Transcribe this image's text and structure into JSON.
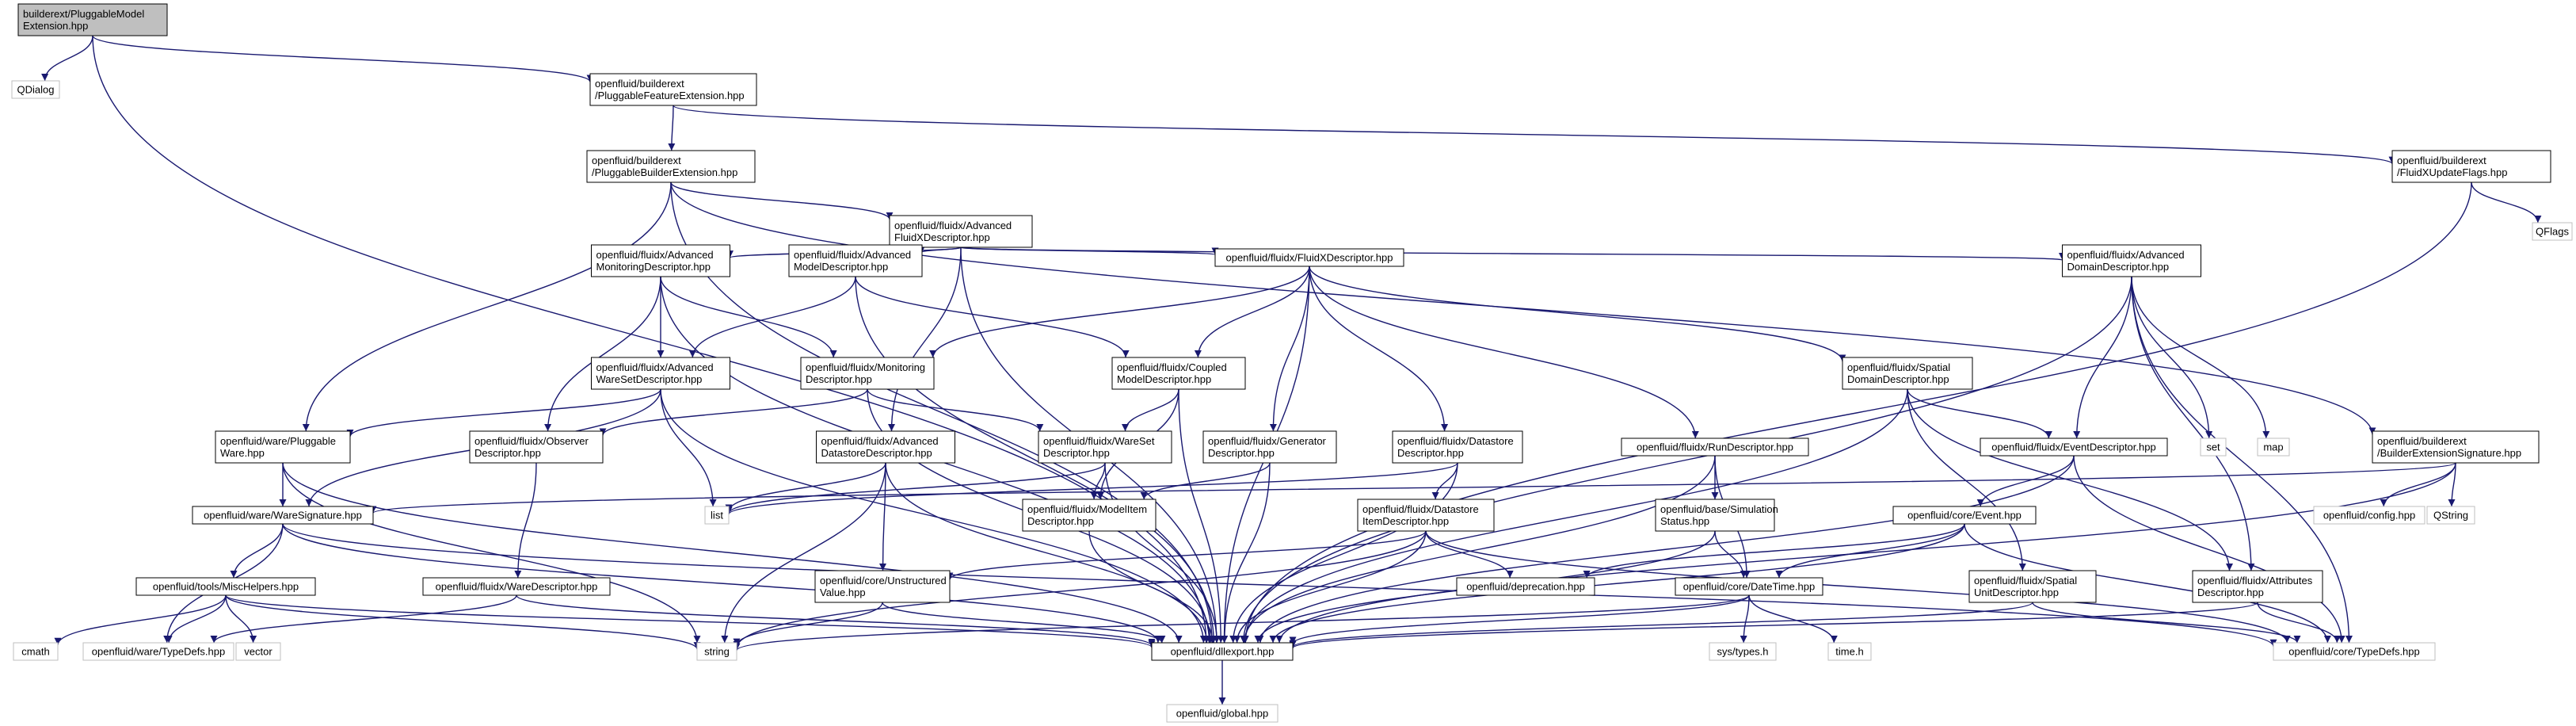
{
  "colors": {
    "edge": "#191970",
    "node_border": "#000000",
    "node_fill": "#ffffff",
    "root_fill": "#bfbfbf",
    "external_border": "#bfbfbf",
    "text": "#000000"
  },
  "nodes": [
    {
      "id": "root",
      "lines": [
        "builderext/PluggableModel",
        "Extension.hpp"
      ],
      "style": "root"
    },
    {
      "id": "qdialog",
      "lines": [
        "QDialog"
      ],
      "style": "external"
    },
    {
      "id": "pfe",
      "lines": [
        "openfluid/builderext",
        "/PluggableFeatureExtension.hpp"
      ],
      "style": "normal"
    },
    {
      "id": "fxuf",
      "lines": [
        "openfluid/builderext",
        "/FluidXUpdateFlags.hpp"
      ],
      "style": "normal"
    },
    {
      "id": "qflags",
      "lines": [
        "QFlags"
      ],
      "style": "external"
    },
    {
      "id": "pbe",
      "lines": [
        "openfluid/builderext",
        "/PluggableBuilderExtension.hpp"
      ],
      "style": "normal"
    },
    {
      "id": "afxd",
      "lines": [
        "openfluid/fluidx/Advanced",
        "FluidXDescriptor.hpp"
      ],
      "style": "normal"
    },
    {
      "id": "amond",
      "lines": [
        "openfluid/fluidx/Advanced",
        "MonitoringDescriptor.hpp"
      ],
      "style": "normal"
    },
    {
      "id": "amodd",
      "lines": [
        "openfluid/fluidx/Advanced",
        "ModelDescriptor.hpp"
      ],
      "style": "normal"
    },
    {
      "id": "fxd",
      "lines": [
        "openfluid/fluidx/FluidXDescriptor.hpp"
      ],
      "style": "normal"
    },
    {
      "id": "add",
      "lines": [
        "openfluid/fluidx/Advanced",
        "DomainDescriptor.hpp"
      ],
      "style": "normal"
    },
    {
      "id": "awsd",
      "lines": [
        "openfluid/fluidx/Advanced",
        "WareSetDescriptor.hpp"
      ],
      "style": "normal"
    },
    {
      "id": "mond",
      "lines": [
        "openfluid/fluidx/Monitoring",
        "Descriptor.hpp"
      ],
      "style": "normal"
    },
    {
      "id": "cmd",
      "lines": [
        "openfluid/fluidx/Coupled",
        "ModelDescriptor.hpp"
      ],
      "style": "normal"
    },
    {
      "id": "sdd",
      "lines": [
        "openfluid/fluidx/Spatial",
        "DomainDescriptor.hpp"
      ],
      "style": "normal"
    },
    {
      "id": "pw",
      "lines": [
        "openfluid/ware/Pluggable",
        "Ware.hpp"
      ],
      "style": "normal"
    },
    {
      "id": "obs",
      "lines": [
        "openfluid/fluidx/Observer",
        "Descriptor.hpp"
      ],
      "style": "normal"
    },
    {
      "id": "adsd",
      "lines": [
        "openfluid/fluidx/Advanced",
        "DatastoreDescriptor.hpp"
      ],
      "style": "normal"
    },
    {
      "id": "wsd",
      "lines": [
        "openfluid/fluidx/WareSet",
        "Descriptor.hpp"
      ],
      "style": "normal"
    },
    {
      "id": "gen",
      "lines": [
        "openfluid/fluidx/Generator",
        "Descriptor.hpp"
      ],
      "style": "normal"
    },
    {
      "id": "dsd",
      "lines": [
        "openfluid/fluidx/Datastore",
        "Descriptor.hpp"
      ],
      "style": "normal"
    },
    {
      "id": "rund",
      "lines": [
        "openfluid/fluidx/RunDescriptor.hpp"
      ],
      "style": "normal"
    },
    {
      "id": "evd",
      "lines": [
        "openfluid/fluidx/EventDescriptor.hpp"
      ],
      "style": "normal"
    },
    {
      "id": "set",
      "lines": [
        "set"
      ],
      "style": "external"
    },
    {
      "id": "map",
      "lines": [
        "map"
      ],
      "style": "external"
    },
    {
      "id": "bes",
      "lines": [
        "openfluid/builderext",
        "/BuilderExtensionSignature.hpp"
      ],
      "style": "normal"
    },
    {
      "id": "list",
      "lines": [
        "list"
      ],
      "style": "external"
    },
    {
      "id": "wsig",
      "lines": [
        "openfluid/ware/WareSignature.hpp"
      ],
      "style": "normal"
    },
    {
      "id": "mid",
      "lines": [
        "openfluid/fluidx/ModelItem",
        "Descriptor.hpp"
      ],
      "style": "normal"
    },
    {
      "id": "sim",
      "lines": [
        "openfluid/base/Simulation",
        "Status.hpp"
      ],
      "style": "normal"
    },
    {
      "id": "dsid",
      "lines": [
        "openfluid/fluidx/Datastore",
        "ItemDescriptor.hpp"
      ],
      "style": "normal"
    },
    {
      "id": "ev",
      "lines": [
        "openfluid/core/Event.hpp"
      ],
      "style": "normal"
    },
    {
      "id": "cfg",
      "lines": [
        "openfluid/config.hpp"
      ],
      "style": "external"
    },
    {
      "id": "qstr",
      "lines": [
        "QString"
      ],
      "style": "external"
    },
    {
      "id": "misc",
      "lines": [
        "openfluid/tools/MiscHelpers.hpp"
      ],
      "style": "normal"
    },
    {
      "id": "wd",
      "lines": [
        "openfluid/fluidx/WareDescriptor.hpp"
      ],
      "style": "normal"
    },
    {
      "id": "uv",
      "lines": [
        "openfluid/core/Unstructured",
        "Value.hpp"
      ],
      "style": "normal"
    },
    {
      "id": "depr",
      "lines": [
        "openfluid/deprecation.hpp"
      ],
      "style": "normal"
    },
    {
      "id": "dt",
      "lines": [
        "openfluid/core/DateTime.hpp"
      ],
      "style": "normal"
    },
    {
      "id": "sud",
      "lines": [
        "openfluid/fluidx/Spatial",
        "UnitDescriptor.hpp"
      ],
      "style": "normal"
    },
    {
      "id": "attr",
      "lines": [
        "openfluid/fluidx/Attributes",
        "Descriptor.hpp"
      ],
      "style": "normal"
    },
    {
      "id": "cmath",
      "lines": [
        "cmath"
      ],
      "style": "external"
    },
    {
      "id": "wtd",
      "lines": [
        "openfluid/ware/TypeDefs.hpp"
      ],
      "style": "external"
    },
    {
      "id": "vector",
      "lines": [
        "vector"
      ],
      "style": "external"
    },
    {
      "id": "string",
      "lines": [
        "string"
      ],
      "style": "external"
    },
    {
      "id": "dllexp",
      "lines": [
        "openfluid/dllexport.hpp"
      ],
      "style": "normal"
    },
    {
      "id": "systypes",
      "lines": [
        "sys/types.h"
      ],
      "style": "external"
    },
    {
      "id": "timeh",
      "lines": [
        "time.h"
      ],
      "style": "external"
    },
    {
      "id": "ctd",
      "lines": [
        "openfluid/core/TypeDefs.hpp"
      ],
      "style": "external"
    },
    {
      "id": "global",
      "lines": [
        "openfluid/global.hpp"
      ],
      "style": "external"
    }
  ],
  "edges": [
    [
      "root",
      "qdialog"
    ],
    [
      "root",
      "pfe"
    ],
    [
      "root",
      "dllexp"
    ],
    [
      "pfe",
      "fxuf"
    ],
    [
      "pfe",
      "pbe"
    ],
    [
      "fxuf",
      "qflags"
    ],
    [
      "fxuf",
      "dllexp"
    ],
    [
      "pbe",
      "afxd"
    ],
    [
      "pbe",
      "pw"
    ],
    [
      "pbe",
      "bes"
    ],
    [
      "pbe",
      "dllexp"
    ],
    [
      "afxd",
      "amond"
    ],
    [
      "afxd",
      "amodd"
    ],
    [
      "afxd",
      "fxd"
    ],
    [
      "afxd",
      "add"
    ],
    [
      "afxd",
      "adsd"
    ],
    [
      "afxd",
      "dllexp"
    ],
    [
      "amond",
      "awsd"
    ],
    [
      "amond",
      "mond"
    ],
    [
      "amond",
      "obs"
    ],
    [
      "amond",
      "dllexp"
    ],
    [
      "amodd",
      "awsd"
    ],
    [
      "amodd",
      "cmd"
    ],
    [
      "amodd",
      "dllexp"
    ],
    [
      "fxd",
      "mond"
    ],
    [
      "fxd",
      "cmd"
    ],
    [
      "fxd",
      "sdd"
    ],
    [
      "fxd",
      "gen"
    ],
    [
      "fxd",
      "dsd"
    ],
    [
      "fxd",
      "rund"
    ],
    [
      "fxd",
      "dllexp"
    ],
    [
      "add",
      "evd"
    ],
    [
      "add",
      "set"
    ],
    [
      "add",
      "map"
    ],
    [
      "add",
      "attr"
    ],
    [
      "add",
      "ctd"
    ],
    [
      "add",
      "dllexp"
    ],
    [
      "awsd",
      "pw"
    ],
    [
      "awsd",
      "wsig"
    ],
    [
      "awsd",
      "list"
    ],
    [
      "awsd",
      "dllexp"
    ],
    [
      "mond",
      "wsd"
    ],
    [
      "mond",
      "obs"
    ],
    [
      "mond",
      "dllexp"
    ],
    [
      "cmd",
      "wsd"
    ],
    [
      "cmd",
      "mid"
    ],
    [
      "cmd",
      "dllexp"
    ],
    [
      "sdd",
      "evd"
    ],
    [
      "sdd",
      "sud"
    ],
    [
      "sdd",
      "attr"
    ],
    [
      "sdd",
      "dllexp"
    ],
    [
      "pw",
      "wsig"
    ],
    [
      "pw",
      "string"
    ],
    [
      "pw",
      "dllexp"
    ],
    [
      "obs",
      "wd"
    ],
    [
      "adsd",
      "list"
    ],
    [
      "adsd",
      "uv"
    ],
    [
      "adsd",
      "string"
    ],
    [
      "adsd",
      "dllexp"
    ],
    [
      "wsd",
      "list"
    ],
    [
      "wsd",
      "mid"
    ],
    [
      "wsd",
      "dllexp"
    ],
    [
      "gen",
      "mid"
    ],
    [
      "gen",
      "dllexp"
    ],
    [
      "dsd",
      "list"
    ],
    [
      "dsd",
      "dsid"
    ],
    [
      "dsd",
      "dllexp"
    ],
    [
      "rund",
      "sim"
    ],
    [
      "rund",
      "dt"
    ],
    [
      "rund",
      "dllexp"
    ],
    [
      "evd",
      "ev"
    ],
    [
      "evd",
      "ctd"
    ],
    [
      "evd",
      "dllexp"
    ],
    [
      "bes",
      "wsig"
    ],
    [
      "bes",
      "cfg"
    ],
    [
      "bes",
      "qstr"
    ],
    [
      "bes",
      "dllexp"
    ],
    [
      "wsig",
      "misc"
    ],
    [
      "wsig",
      "wtd"
    ],
    [
      "wsig",
      "ctd"
    ],
    [
      "wsig",
      "dllexp"
    ],
    [
      "mid",
      "dllexp"
    ],
    [
      "sim",
      "dt"
    ],
    [
      "sim",
      "dllexp"
    ],
    [
      "dsid",
      "uv"
    ],
    [
      "dsid",
      "depr"
    ],
    [
      "dsid",
      "string"
    ],
    [
      "dsid",
      "ctd"
    ],
    [
      "dsid",
      "dllexp"
    ],
    [
      "ev",
      "dt"
    ],
    [
      "ev",
      "depr"
    ],
    [
      "ev",
      "ctd"
    ],
    [
      "ev",
      "dllexp"
    ],
    [
      "misc",
      "cmath"
    ],
    [
      "misc",
      "wtd"
    ],
    [
      "misc",
      "vector"
    ],
    [
      "misc",
      "string"
    ],
    [
      "misc",
      "dllexp"
    ],
    [
      "wd",
      "wtd"
    ],
    [
      "wd",
      "dllexp"
    ],
    [
      "uv",
      "string"
    ],
    [
      "uv",
      "dllexp"
    ],
    [
      "dt",
      "systypes"
    ],
    [
      "dt",
      "timeh"
    ],
    [
      "dt",
      "string"
    ],
    [
      "dt",
      "dllexp"
    ],
    [
      "sud",
      "ctd"
    ],
    [
      "sud",
      "dllexp"
    ],
    [
      "attr",
      "ctd"
    ],
    [
      "attr",
      "dllexp"
    ],
    [
      "dllexp",
      "global"
    ]
  ]
}
